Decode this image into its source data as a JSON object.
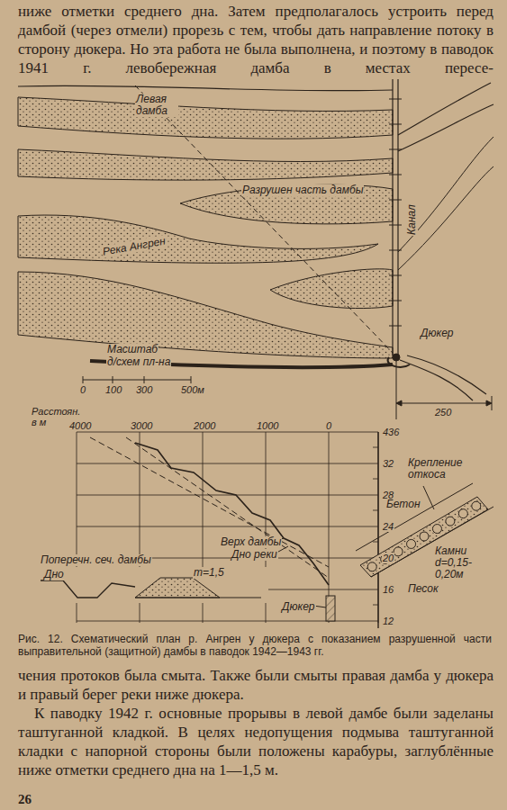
{
  "diagram": {
    "caption": "Рис. 12. Схематический план р. Ангрен у дюкера с показанием разрушенной части выправительной (защитной) дамбы в паводок 1942—1943 гг.",
    "labels": [
      "ниже отметки среднего дна. Затем предполагалось устроить перед дамбой (через отмели) прорезь с тем, чтобы дать направление потоку в сторону дюкера. Но эта работа не была выполнена, и поэтому в паводок 1941 г. левобережная дамба в местах пересе-",
      "Левая дамба",
      "Разрушен часть дамбы",
      "Река Ангрен",
      "Канал",
      "Дюкер",
      "Масштаб",
      "д/схем пл-на",
      "0",
      "100",
      "300",
      "500м",
      "250",
      "Расстоян. в м",
      "4000",
      "3000",
      "2000",
      "1000",
      "0",
      "436",
      "32",
      "28",
      "24",
      "20",
      "16",
      "12",
      "Крепление откоса",
      "Бетон",
      "Камни d=0,15-0,20м",
      "Верх дамбы",
      "Дно реки",
      "Поперечн. сеч. дамбы",
      "Дно",
      "m=1,5",
      "Дюкер",
      "Песок",
      "чения протоков была смыта. Также были смыты правая дамба у дюкера и правый берег реки ниже дюкера.",
      "К паводку 1942 г. основные прорывы в левой дамбе были заделаны таштуганной кладкой. В целях недопущения подмыва таштуганной кладки с напорной стороны были положены карабуры, заглублённые ниже отметки среднего дна на 1—1,5 м.",
      "26"
    ]
  }
}
